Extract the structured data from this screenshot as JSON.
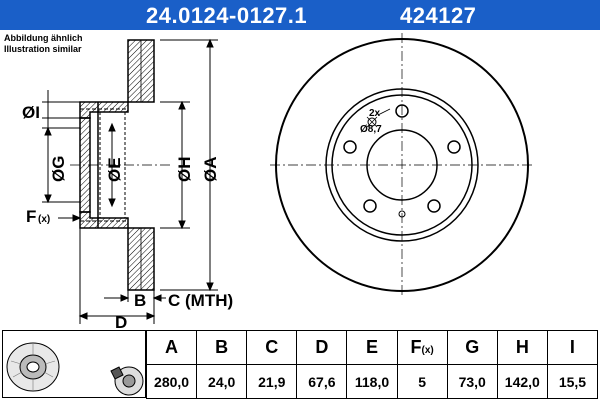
{
  "header": {
    "part_number": "24.0124-0127.1",
    "short_code": "424127",
    "background_color": "#1a5fc8"
  },
  "note": {
    "line1": "Abbildung ähnlich",
    "line2": "Illustration similar"
  },
  "labels": {
    "I": "ØI",
    "G": "ØG",
    "E": "ØE",
    "H": "ØH",
    "A": "ØA",
    "F": "F",
    "F_sub": "(x)",
    "B": "B",
    "C_mth": "C (MTH)",
    "D": "D",
    "bolt_count": "2x",
    "bolt_dia": "Ø8,7"
  },
  "spec_table": {
    "headers": [
      "A",
      "B",
      "C",
      "D",
      "E",
      "F",
      "G",
      "H",
      "I"
    ],
    "header_F_sub": "(x)",
    "values": [
      "280,0",
      "24,0",
      "21,9",
      "67,6",
      "118,0",
      "5",
      "73,0",
      "142,0",
      "15,5"
    ]
  }
}
